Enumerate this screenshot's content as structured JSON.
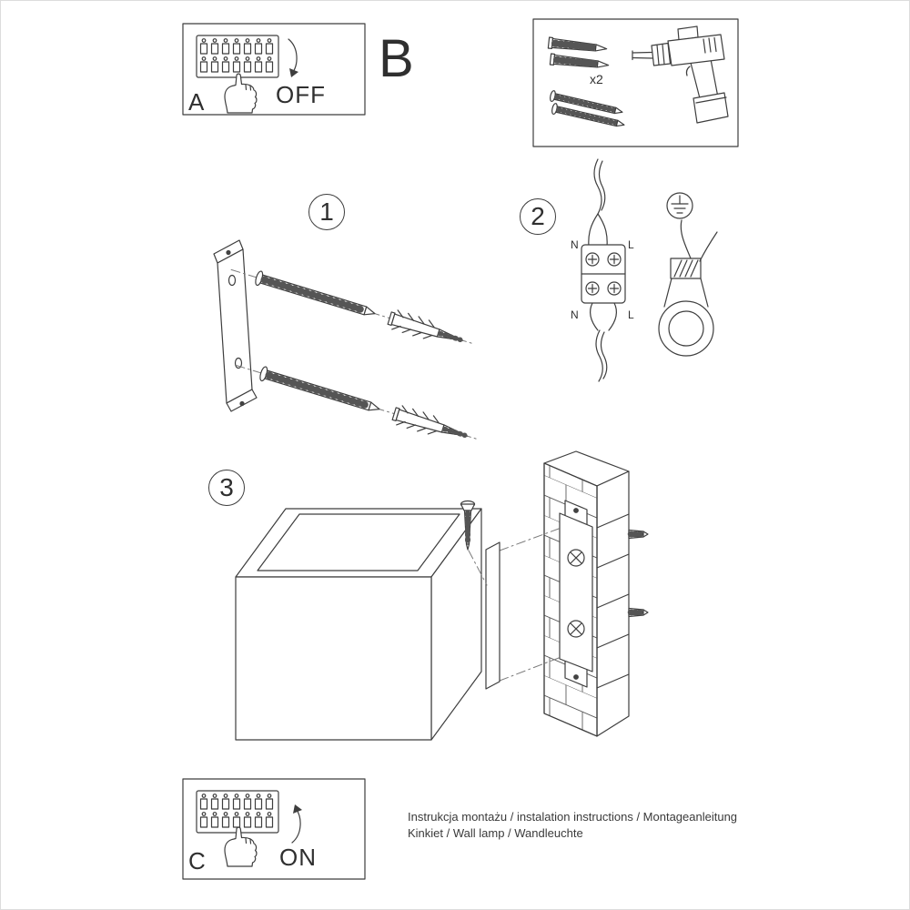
{
  "panel_off": {
    "label": "A",
    "state": "OFF"
  },
  "panel_on": {
    "label": "C",
    "state": "ON"
  },
  "kit": {
    "section_label": "B",
    "anchor_count": "x2"
  },
  "steps": {
    "step1": "1",
    "step2": "2",
    "step3": "3"
  },
  "wiring": {
    "n_top": "N",
    "l_top": "L",
    "n_bottom": "N",
    "l_bottom": "L"
  },
  "footer": {
    "line1": "Instrukcja montażu / instalation instructions / Montageanleitung",
    "line2": "Kinkiet / Wall lamp / Wandleuchte"
  }
}
